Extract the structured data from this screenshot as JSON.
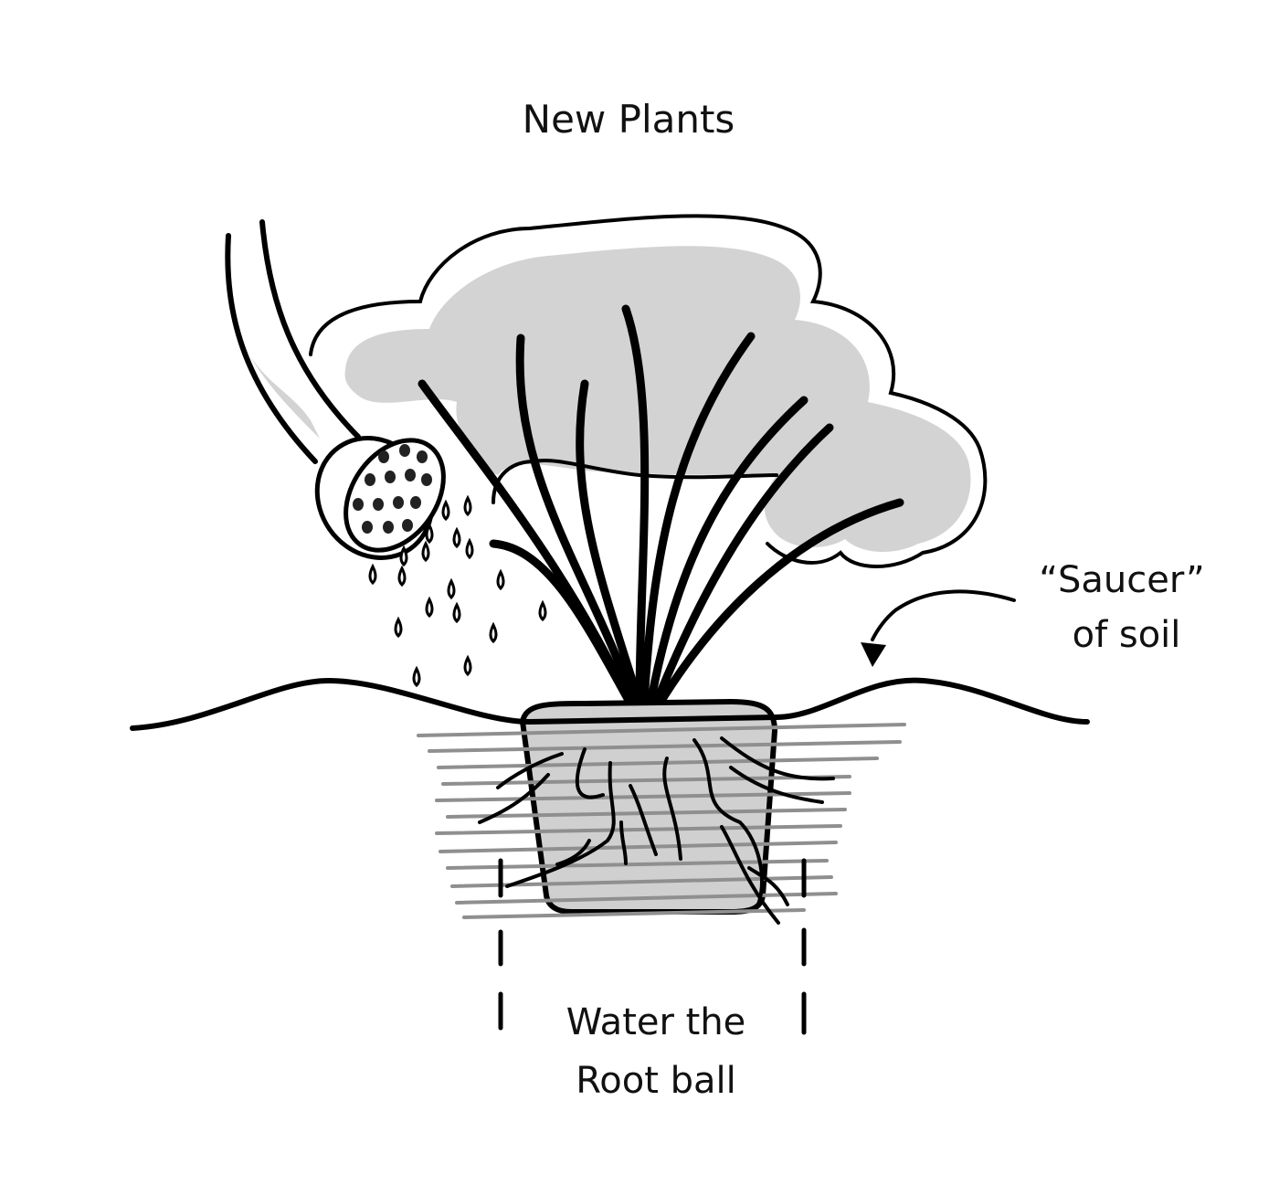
{
  "title": "New Plants",
  "saucer_label": {
    "line1": "“Saucer”",
    "line2": "of soil"
  },
  "root_ball_label": {
    "line1": "Water the",
    "line2": "Root ball"
  },
  "colors": {
    "ink": "#000000",
    "foliage_fill": "#d3d3d3",
    "rootball_fill": "#d0d0d0",
    "soil_lines": "#8f8f8f",
    "background": "#ffffff"
  }
}
